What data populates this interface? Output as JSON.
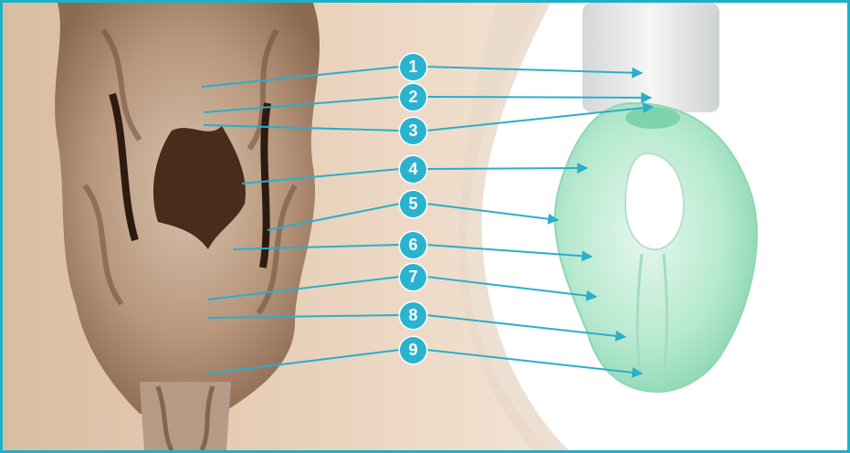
{
  "figure": {
    "subject": "anatomical comparison with laryngeal mask",
    "markers": [
      {
        "label": "1"
      },
      {
        "label": "2"
      },
      {
        "label": "3"
      },
      {
        "label": "4"
      },
      {
        "label": "5"
      },
      {
        "label": "6"
      },
      {
        "label": "7"
      },
      {
        "label": "8"
      },
      {
        "label": "9"
      }
    ],
    "colors": {
      "border": "#1fb0c8",
      "marker": "#2ab3cf",
      "arrow": "#2aaecb",
      "mask": "#9fe0c2",
      "skin": "#e2c7ad",
      "tissue": "#c7a88e"
    }
  }
}
